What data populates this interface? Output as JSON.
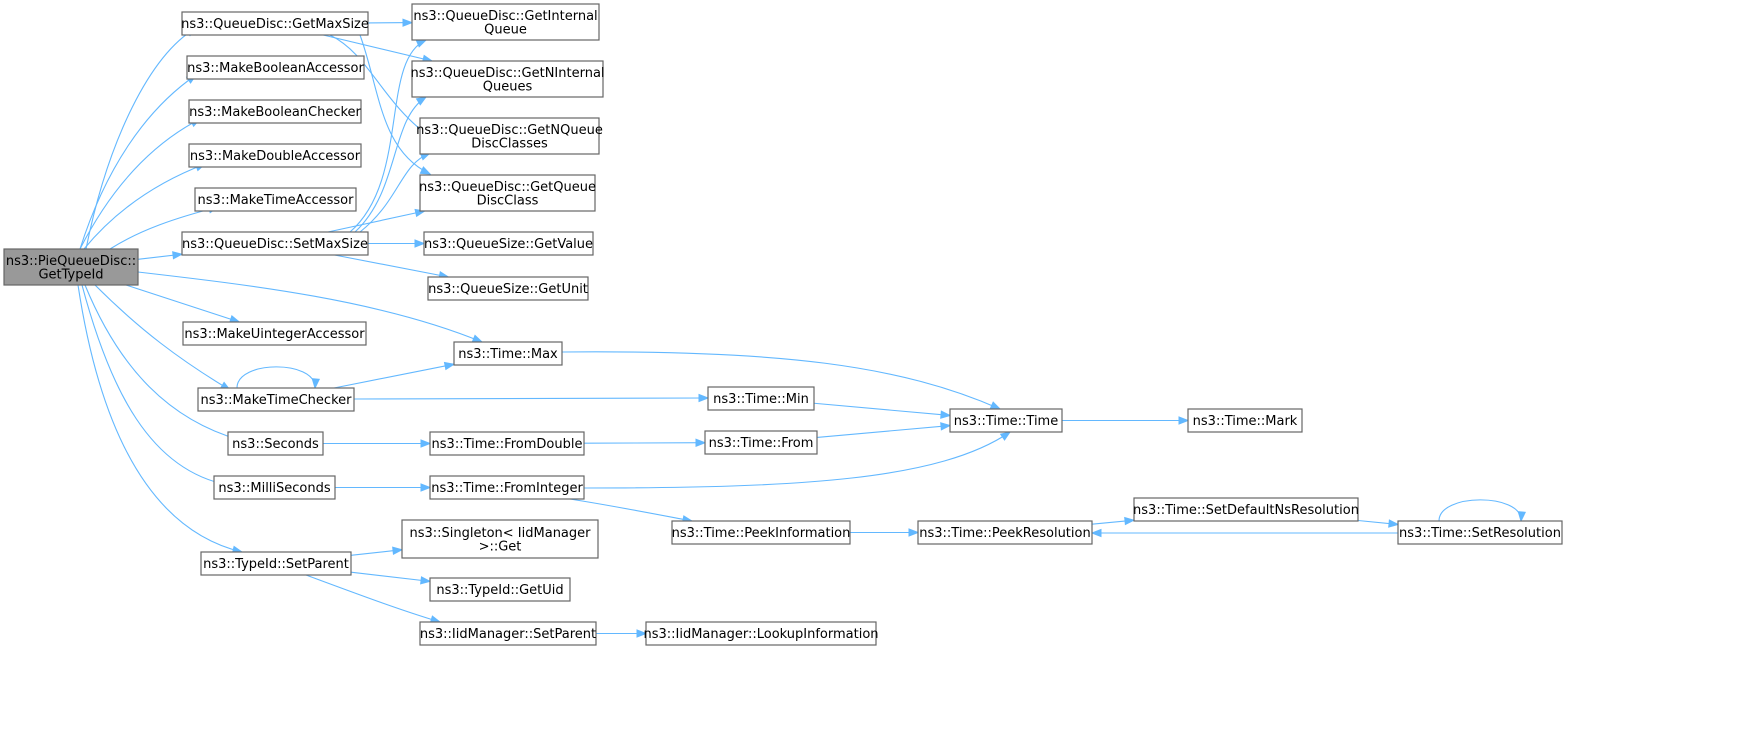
{
  "graph": {
    "nodes": [
      {
        "id": "root",
        "lines": [
          "ns3::PieQueueDisc::",
          "GetTypeId"
        ],
        "root": true
      },
      {
        "id": "getMaxSize",
        "lines": [
          "ns3::QueueDisc::GetMaxSize"
        ]
      },
      {
        "id": "makeBoolAcc",
        "lines": [
          "ns3::MakeBooleanAccessor"
        ]
      },
      {
        "id": "makeBoolChk",
        "lines": [
          "ns3::MakeBooleanChecker"
        ]
      },
      {
        "id": "makeDblAcc",
        "lines": [
          "ns3::MakeDoubleAccessor"
        ]
      },
      {
        "id": "makeTimeAcc",
        "lines": [
          "ns3::MakeTimeAccessor"
        ]
      },
      {
        "id": "setMaxSize",
        "lines": [
          "ns3::QueueDisc::SetMaxSize"
        ]
      },
      {
        "id": "makeUintAcc",
        "lines": [
          "ns3::MakeUintegerAccessor"
        ]
      },
      {
        "id": "makeTimeChk",
        "lines": [
          "ns3::MakeTimeChecker"
        ]
      },
      {
        "id": "seconds",
        "lines": [
          "ns3::Seconds"
        ]
      },
      {
        "id": "milliSeconds",
        "lines": [
          "ns3::MilliSeconds"
        ]
      },
      {
        "id": "setParent",
        "lines": [
          "ns3::TypeId::SetParent"
        ]
      },
      {
        "id": "getInternalQueue",
        "lines": [
          "ns3::QueueDisc::GetInternal",
          "Queue"
        ]
      },
      {
        "id": "getNInternalQueues",
        "lines": [
          "ns3::QueueDisc::GetNInternal",
          "Queues"
        ]
      },
      {
        "id": "getNQueueDiscClasses",
        "lines": [
          "ns3::QueueDisc::GetNQueue",
          "DiscClasses"
        ]
      },
      {
        "id": "getQueueDiscClass",
        "lines": [
          "ns3::QueueDisc::GetQueue",
          "DiscClass"
        ]
      },
      {
        "id": "qsGetValue",
        "lines": [
          "ns3::QueueSize::GetValue"
        ]
      },
      {
        "id": "qsGetUnit",
        "lines": [
          "ns3::QueueSize::GetUnit"
        ]
      },
      {
        "id": "timeMax",
        "lines": [
          "ns3::Time::Max"
        ]
      },
      {
        "id": "timeFromDouble",
        "lines": [
          "ns3::Time::FromDouble"
        ]
      },
      {
        "id": "timeFromInteger",
        "lines": [
          "ns3::Time::FromInteger"
        ]
      },
      {
        "id": "singletonGet",
        "lines": [
          "ns3::Singleton< IidManager",
          " >::Get"
        ]
      },
      {
        "id": "typeIdGetUid",
        "lines": [
          "ns3::TypeId::GetUid"
        ]
      },
      {
        "id": "iidSetParent",
        "lines": [
          "ns3::IidManager::SetParent"
        ]
      },
      {
        "id": "timeMin",
        "lines": [
          "ns3::Time::Min"
        ]
      },
      {
        "id": "timeFrom",
        "lines": [
          "ns3::Time::From"
        ]
      },
      {
        "id": "timePeekInfo",
        "lines": [
          "ns3::Time::PeekInformation"
        ]
      },
      {
        "id": "iidLookupInfo",
        "lines": [
          "ns3::IidManager::LookupInformation"
        ]
      },
      {
        "id": "timeTime",
        "lines": [
          "ns3::Time::Time"
        ]
      },
      {
        "id": "timePeekRes",
        "lines": [
          "ns3::Time::PeekResolution"
        ]
      },
      {
        "id": "timeMark",
        "lines": [
          "ns3::Time::Mark"
        ]
      },
      {
        "id": "timeSetDefaultNsRes",
        "lines": [
          "ns3::Time::SetDefaultNsResolution"
        ]
      },
      {
        "id": "timeSetRes",
        "lines": [
          "ns3::Time::SetResolution"
        ]
      }
    ],
    "edges": [
      {
        "from": "root",
        "to": "getMaxSize"
      },
      {
        "from": "root",
        "to": "makeBoolAcc"
      },
      {
        "from": "root",
        "to": "makeBoolChk"
      },
      {
        "from": "root",
        "to": "makeDblAcc"
      },
      {
        "from": "root",
        "to": "makeTimeAcc"
      },
      {
        "from": "root",
        "to": "setMaxSize"
      },
      {
        "from": "root",
        "to": "makeUintAcc"
      },
      {
        "from": "root",
        "to": "makeTimeChk"
      },
      {
        "from": "root",
        "to": "seconds"
      },
      {
        "from": "root",
        "to": "milliSeconds"
      },
      {
        "from": "root",
        "to": "setParent"
      },
      {
        "from": "root",
        "to": "timeMax"
      },
      {
        "from": "getMaxSize",
        "to": "getInternalQueue"
      },
      {
        "from": "getMaxSize",
        "to": "getNInternalQueues"
      },
      {
        "from": "getMaxSize",
        "to": "getNQueueDiscClasses"
      },
      {
        "from": "getMaxSize",
        "to": "getQueueDiscClass"
      },
      {
        "from": "setMaxSize",
        "to": "getInternalQueue"
      },
      {
        "from": "setMaxSize",
        "to": "getNInternalQueues"
      },
      {
        "from": "setMaxSize",
        "to": "getNQueueDiscClasses"
      },
      {
        "from": "setMaxSize",
        "to": "getQueueDiscClass"
      },
      {
        "from": "setMaxSize",
        "to": "qsGetValue"
      },
      {
        "from": "setMaxSize",
        "to": "qsGetUnit"
      },
      {
        "from": "makeTimeChk",
        "to": "makeTimeChk"
      },
      {
        "from": "makeTimeChk",
        "to": "timeMax"
      },
      {
        "from": "makeTimeChk",
        "to": "timeMin"
      },
      {
        "from": "timeMax",
        "to": "timeTime"
      },
      {
        "from": "timeMin",
        "to": "timeTime"
      },
      {
        "from": "seconds",
        "to": "timeFromDouble"
      },
      {
        "from": "timeFromDouble",
        "to": "timeFrom"
      },
      {
        "from": "timeFrom",
        "to": "timeTime"
      },
      {
        "from": "milliSeconds",
        "to": "timeFromInteger"
      },
      {
        "from": "timeFromInteger",
        "to": "timeTime"
      },
      {
        "from": "timeFromInteger",
        "to": "timePeekInfo"
      },
      {
        "from": "timeTime",
        "to": "timeMark"
      },
      {
        "from": "timePeekInfo",
        "to": "timePeekRes"
      },
      {
        "from": "timePeekRes",
        "to": "timeSetDefaultNsRes"
      },
      {
        "from": "timeSetDefaultNsRes",
        "to": "timeSetRes"
      },
      {
        "from": "timeSetRes",
        "to": "timeSetRes"
      },
      {
        "from": "timeSetRes",
        "to": "timePeekRes"
      },
      {
        "from": "setParent",
        "to": "singletonGet"
      },
      {
        "from": "setParent",
        "to": "typeIdGetUid"
      },
      {
        "from": "setParent",
        "to": "iidSetParent"
      },
      {
        "from": "iidSetParent",
        "to": "iidLookupInfo"
      }
    ],
    "colors": {
      "edge": "#63b8ff",
      "node_border": "#666666",
      "node_fill": "#ffffff",
      "root_fill": "#999999",
      "text": "#000000"
    }
  }
}
